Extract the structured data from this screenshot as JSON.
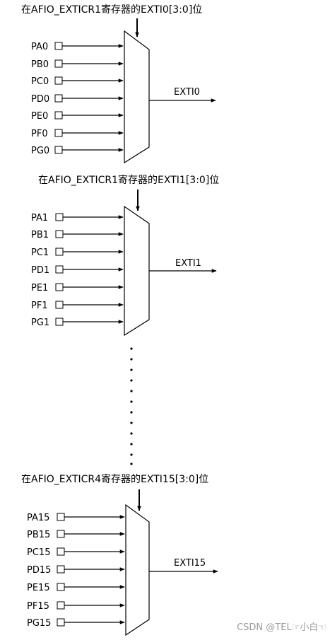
{
  "blocks": [
    {
      "title": "在AFIO_EXTICR1寄存器的EXTI0[3:0]位",
      "inputs": [
        "PA0",
        "PB0",
        "PC0",
        "PD0",
        "PE0",
        "PF0",
        "PG0"
      ],
      "output": "EXTI0"
    },
    {
      "title": "在AFIO_EXTICR1寄存器的EXTI1[3:0]位",
      "inputs": [
        "PA1",
        "PB1",
        "PC1",
        "PD1",
        "PE1",
        "PF1",
        "PG1"
      ],
      "output": "EXTI1"
    },
    {
      "title": "在AFIO_EXTICR4寄存器的EXTI15[3:0]位",
      "inputs": [
        "PA15",
        "PB15",
        "PC15",
        "PD15",
        "PE15",
        "PF15",
        "PG15"
      ],
      "output": "EXTI15"
    }
  ],
  "watermark": "CSDN @TEL☞小白☜"
}
